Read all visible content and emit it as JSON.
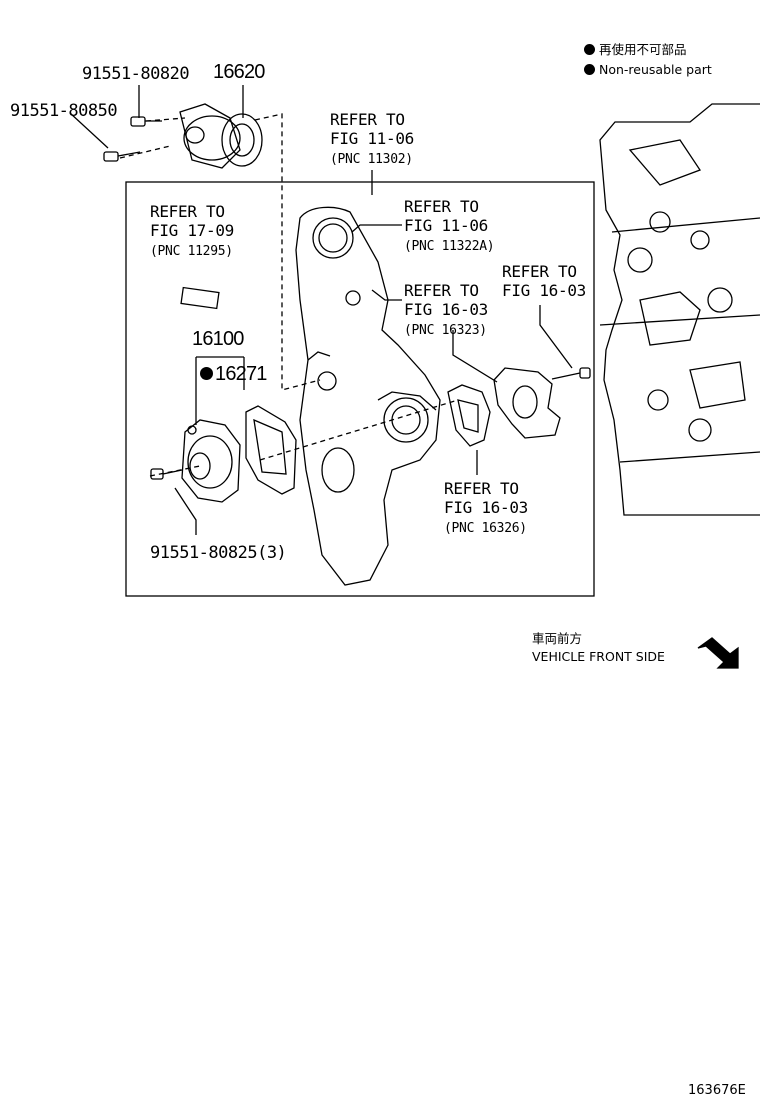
{
  "legend": {
    "jp": "再使用不可部品",
    "en": "Non-reusable part"
  },
  "parts": {
    "tensioner": "16620",
    "bolt_top": "91551-80820",
    "bolt_left": "91551-80850",
    "pump_assy": "16100",
    "gasket": "16271",
    "pump_bolt": "91551-80825(3)"
  },
  "refs": {
    "r1": {
      "line1": "REFER TO",
      "line2": "FIG 11-06",
      "pnc": "(PNC 11302)"
    },
    "r2": {
      "line1": "REFER TO",
      "line2": "FIG 17-09",
      "pnc": "(PNC 11295)"
    },
    "r3": {
      "line1": "REFER TO",
      "line2": "FIG 11-06",
      "pnc": "(PNC 11322A)"
    },
    "r4": {
      "line1": "REFER TO",
      "line2": "FIG 16-03",
      "pnc": "(PNC 16323)"
    },
    "r5": {
      "line1": "REFER TO",
      "line2": "FIG 16-03"
    },
    "r6": {
      "line1": "REFER TO",
      "line2": "FIG 16-03",
      "pnc": "(PNC 16326)"
    }
  },
  "front": {
    "jp": "車両前方",
    "en": "VEHICLE FRONT SIDE"
  },
  "figure_id": "163676E"
}
